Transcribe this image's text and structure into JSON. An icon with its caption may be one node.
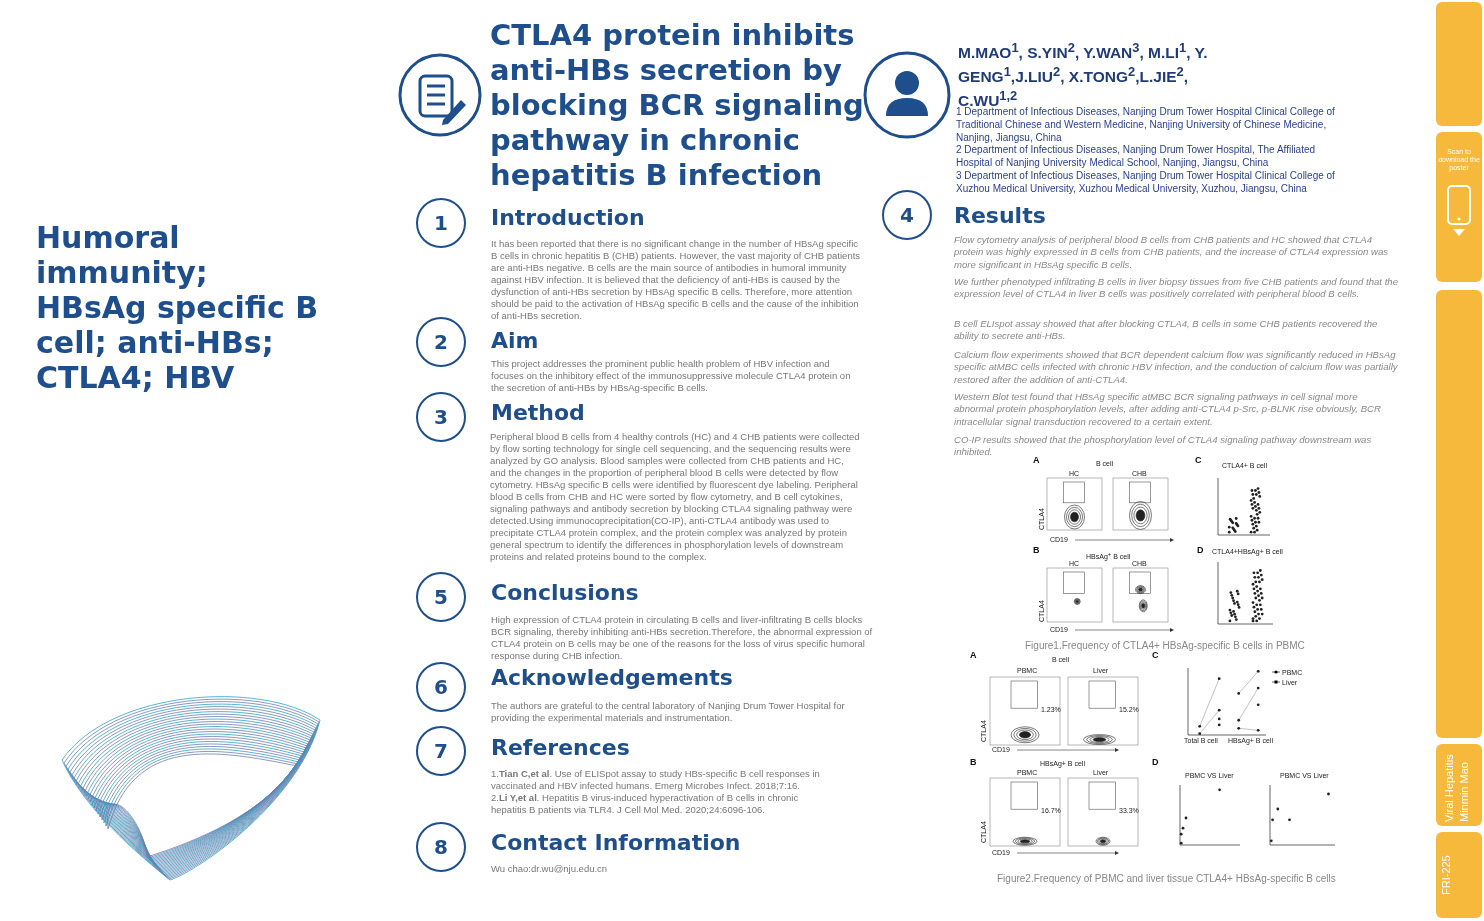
{
  "diagram": {
    "title": "CTLA4 protein inhibits anti-HBs secretion by blocking BCR signaling pathway in chronic hepatitis B infection",
    "nodes": [
      {
        "text": [
          "1"
        ]
      },
      {
        "text": [
          "2"
        ]
      },
      {
        "text": [
          "3"
        ]
      },
      {
        "text": [
          "5"
        ]
      },
      {
        "text": [
          "6"
        ]
      },
      {
        "text": [
          "7"
        ]
      },
      {
        "text": [
          "8"
        ]
      },
      {
        "text": [
          "4"
        ]
      }
    ],
    "edges": [],
    "labels": [
      "Humoral immunity; HBsAg specific B cell; anti-HBs; CTLA4; HBV",
      "M.MAO$^{1}$, S.YIN$^{2}$, Y.WAN$^{3}$, M.LI$^{1}$, Y. GENG$^{1}$,J.LIU$^{2}$, X.TONG$^{2}$,L.JIE$^{2}$, C.WU$^{1,2}$",
      "1 Department of Infectious Diseases, Nanjing Drum Tower Hospital Clinical College of Traditional Chinese and Western Medicine, Nanjing University of Chinese Medicine, Nanjing, Jiangsu, China",
      "2 Department of Infectious Diseases, Nanjing Drum Tower Hospital, The Affiliated Hospital of Nanjing University Medical School, Nanjing, Jiangsu, China",
      "3 Department of Infectious Diseases, Nanjing Drum Tower Hospital Clinical College of Xuzhou Medical University, Xuzhou Medical University, Xuzhou, Jiangsu, China",
      "Introduction",
      "It has been reported that there is no significant change in the number of HBsAg specific B cells in chronic hepatitis B (CHB) patients. However, the vast majority of CHB patients are anti-HBs negative. B cells are the main source of antibodies in humoral immunity against HBV infection. It is believed that the deficiency of anti-HBs is caused by the dysfunction of anti-HBs secretion by HBsAg specific B cells. Therefore, more attention should be paid to the activation of HBsAg specific B cells and the cause of the inhibition of anti-HBs secretion.",
      "Aim",
      "This project addresses the prominent public health problem of HBV infection and focuses on the inhibitory effect of the immunosuppressive molecule CTLA4 protein on the secretion of anti-HBs by HBsAg-specific B cells.",
      "Method",
      "Peripheral blood B cells from 4 healthy controls (HC) and 4 CHB patients were collected by flow sorting technology for single cell sequencing, and the sequencing results were analyzed by GO analysis. Blood samples were collected from CHB patients and HC, and the changes in the proportion of peripheral blood B cells were detected by flow cytometry. HBsAg specific B cells were identified by fluorescent dye labeling. Peripheral blood B cells from CHB and HC were sorted by flow cytometry, and B cell cytokines, signaling pathways and antibody secretion by blocking CTLA4 signaling pathway were detected.Using immunocoprecipitation(CO-IP), anti-CTLA4 antibody was used to precipitate CTLA4 protein complex, and the protein complex was analyzed by protein general spectrum to identify the differences in phosphorylation levels of downstream proteins and related proteins bound to the complex.",
      "Conclusions",
      "High expression of CTLA4 protein in circulating B cells and liver-infiltrating B cells blocks BCR signaling, thereby inhibiting anti-HBs secretion.Therefore, the abnormal expression of CTLA4 protein on B cells may be one of the reasons for the loss of virus specific humoral response during CHB infection.",
      "Acknowledgements",
      "The authors are grateful to the central laboratory of Nanjing Drum Tower Hospital for providing the experimental materials and instrumentation.",
      "References",
      "1.**Tian C,et al**. Use of ELISpot assay to study HBs-specific B cell responses in vaccinated and HBV infected humans. Emerg Microbes Infect. 2018;7:16.",
      "2.**Li Y,et al**. Hepatitis B virus-induced hyperactivation of B cells in chronic hepatitis B patients via TLR4. J Cell Mol Med. 2020;24:6096-106.",
      "Contact Information",
      "Wu chao:dr.wu@nju.edu.cn",
      "Results",
      "Flow cytometry analysis of peripheral blood B cells from CHB patients and HC showed that CTLA4 protein was highly expressed in B cells from CHB patients, and the increase of CTLA4 expression was more significant in HBsAg specific B cells.",
      "We further phenotyped infiltrating B cells in liver biopsy tissues from five CHB patients and found that the expression level of CTLA4 in liver B cells was positively correlated with peripheral blood B cells.",
      "B cell ELIspot assay showed that after blocking CTLA4, B cells in some CHB patients recovered the ability to secrete anti-HBs.",
      "Calcium flow experiments showed that BCR dependent calcium flow was significantly reduced in HBsAg specific atMBC cells infected with chronic HBV infection, and the conduction of calcium flow was partially restored after the addition of anti-CTLA4.",
      "Western Blot test found that HBsAg specific atMBC BCR signaling pathways in cell signal more abnormal protein phosphorylation levels, after adding anti-CTLA4 p-Src, p-BLNK rise obviously, BCR intracellular signal transduction recovered to a certain extent.",
      "CO-IP results showed that the phosphorylation level of CTLA4 signaling pathway downstream was inhibited.",
      "A",
      "B cell",
      "HC",
      "CHB",
      "CTLA4",
      "CD19",
      "B",
      "HBsAg$^{+}$ B cell",
      "HC",
      "CHB",
      "CTLA4",
      "CD19",
      "C",
      "CTLA4+ B cell",
      "D",
      "CTLA4+HBsAg+ B cell",
      "Figure1.Frequency of CTLA4+ HBsAg-specific B cells in PBMC",
      "A",
      "B cell",
      "PBMC",
      "Liver",
      "1.23%",
      "15.2%",
      "CTLA4",
      "CD19",
      "B",
      "HBsAg+ B cell",
      "PBMC",
      "Liver",
      "16.7%",
      "33.3%",
      "CTLA4",
      "CD19",
      "C",
      "Total B cell",
      "HBsAg+ B cell",
      "D",
      "PBMC VS Liver",
      "PBMC VS Liver",
      "Figure2.Frequency of PBMC and liver tissue CTLA4+ HBsAg-specific B cells",
      "Scan to download the poster",
      "Viral Hepatitis",
      "Minmin Mao",
      "FRI-225"
    ],
    "legend": [
      {
        "text": "PBMC"
      },
      {
        "text": "Liver"
      }
    ]
  }
}
